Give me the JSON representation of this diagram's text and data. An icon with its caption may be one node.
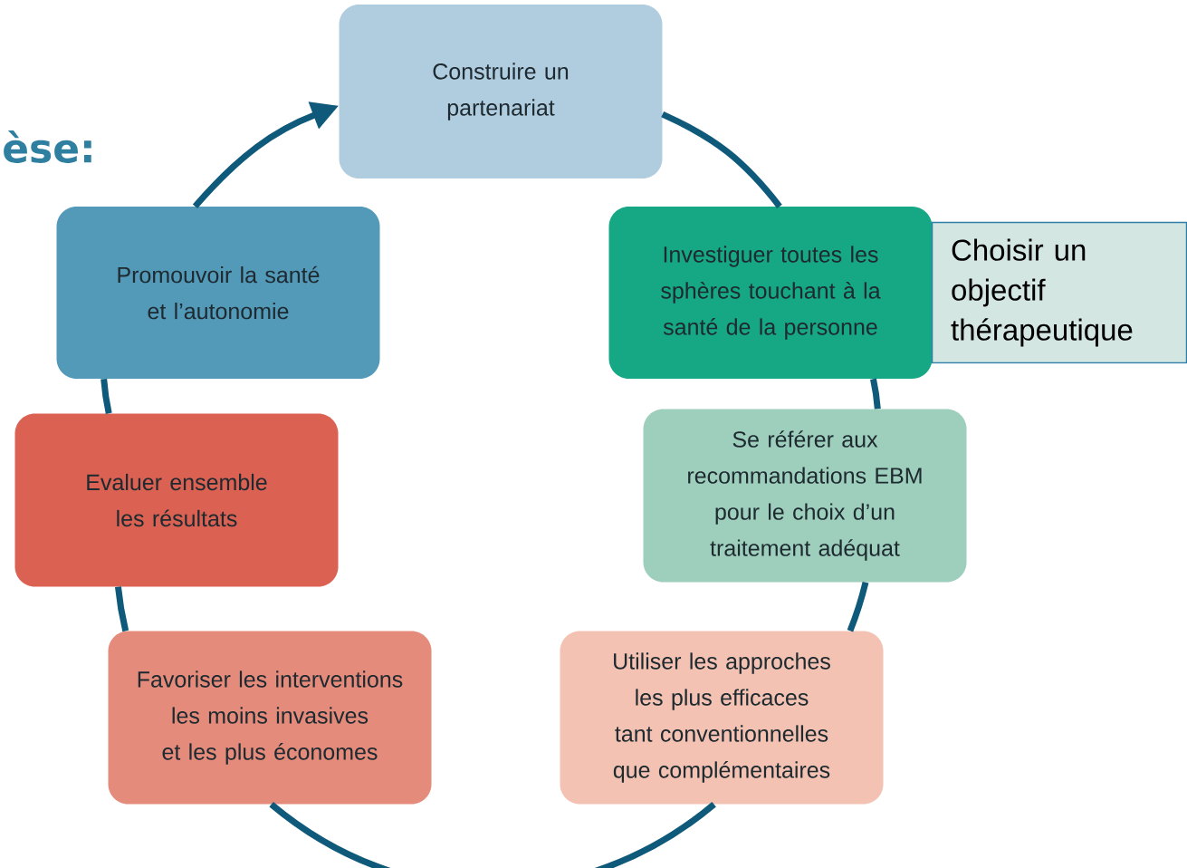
{
  "diagram": {
    "title": "èse:",
    "nodes": [
      {
        "text": [
          "Construire un partenariat"
        ]
      },
      {
        "text": [
          "Promouvoir la santé et l’autonomie"
        ]
      },
      {
        "text": [
          "Investiguer toutes les sphères touchant à la santé de la personne"
        ]
      },
      {
        "text": [
          "Choisir un objectif thérapeutique"
        ]
      },
      {
        "text": [
          "Evaluer ensemble les résultats"
        ]
      },
      {
        "text": [
          "Se référer aux recommandations EBM pour le choix d’un traitement adéquat"
        ]
      },
      {
        "text": [
          "Favoriser les interventions les moins invasives et les plus économes"
        ]
      },
      {
        "text": [
          "Utiliser les approches les plus efficaces tant conventionnelles que complémentaires"
        ]
      }
    ],
    "edges": [
      {
        "from": 0,
        "to": 2,
        "arrow": "none"
      },
      {
        "from": 2,
        "to": 5,
        "arrow": "none"
      },
      {
        "from": 5,
        "to": 7,
        "arrow": "none"
      },
      {
        "from": 7,
        "to": 6,
        "arrow": "none"
      },
      {
        "from": 6,
        "to": 4,
        "arrow": "none"
      },
      {
        "from": 4,
        "to": 1,
        "arrow": "none"
      },
      {
        "from": 1,
        "to": 0,
        "arrow": "to"
      }
    ]
  }
}
